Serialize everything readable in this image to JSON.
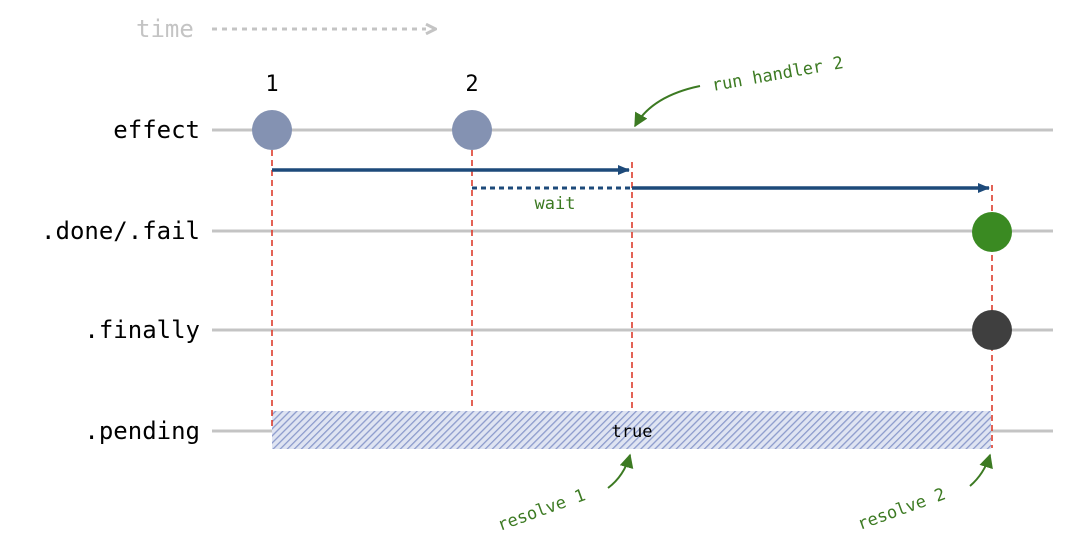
{
  "diagram": {
    "time_label": "time",
    "lanes": {
      "effect": "effect",
      "done_fail": ".done/.fail",
      "finally": ".finally",
      "pending": ".pending"
    },
    "event_labels": [
      "1",
      "2"
    ],
    "pending_value": "true",
    "annotations": {
      "run_handler_2": "run handler 2",
      "wait": "wait",
      "resolve_1": "resolve 1",
      "resolve_2": "resolve 2"
    },
    "colors": {
      "lane": "#c4c4c4",
      "effect_dot": "#8492b2",
      "arrow": "#1d4a7a",
      "guide": "#dc3c2c",
      "done_dot": "#3a8a22",
      "finally_dot": "#3f3f3f",
      "hatch": "#8c9bcc",
      "annotation": "#3c7a22",
      "time": "#c4c4c4"
    }
  }
}
